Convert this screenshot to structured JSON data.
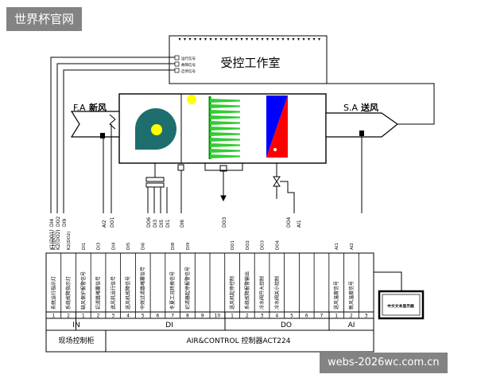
{
  "watermark_top": "世界杯官网",
  "watermark_bottom": "webs-2026wc.com.cn",
  "room_label": "受控工作室",
  "room_legend": [
    "运行信号",
    "故障信号",
    "启停信号"
  ],
  "fresh_air": {
    "code": "F.A",
    "name": "新风"
  },
  "supply_air": {
    "code": "S.A",
    "name": "送风"
  },
  "side_signals": [
    "K1(DO1)",
    "K2(DO2)",
    "DI4",
    "DO2",
    "DI9"
  ],
  "duct_signals": [
    "AI2",
    "DO1",
    "DO6",
    "DI3",
    "DI5",
    "DI1",
    "DI6",
    "DO3",
    "DO4",
    "AI1"
  ],
  "terminal_codes": [
    "K1(DO1)",
    "K2(DO2)",
    "DI1",
    "DI3",
    "DI4",
    "DI5",
    "DI6",
    "DI8",
    "DI9",
    "DO1",
    "DO2",
    "DO3",
    "DO4",
    "AI1",
    "AI2"
  ],
  "terminal_names": [
    "系统运行指示灯",
    "系统故障指示灯",
    "缺风保护报警信号",
    "初滤器堵塞信号",
    "送风机运行信号",
    "送风机故障信号",
    "中效过滤器堵塞信号",
    "冬夏工况转换信号",
    "初滤器起停报警信号",
    "送风机起停控制",
    "系统故障报警输出",
    "冷水阀开大控制",
    "冷水阀关小控制",
    "送风温度信号",
    "新风温度信号"
  ],
  "in_nums": [
    "1",
    "2"
  ],
  "di_nums": [
    "1",
    "2",
    "3",
    "4",
    "5",
    "6",
    "7",
    "8",
    "9",
    "10"
  ],
  "do_nums": [
    "1",
    "2",
    "3",
    "4",
    "5",
    "6",
    "7"
  ],
  "ai_nums": [
    "1",
    "2",
    "3"
  ],
  "groups": {
    "in": "IN",
    "di": "DI",
    "do": "DO",
    "ai": "AI"
  },
  "cabinet_label": "现场控制柜",
  "controller_label": "AIR&CONTROL  控制器ACT224",
  "panel_label": "中文文本显示器"
}
